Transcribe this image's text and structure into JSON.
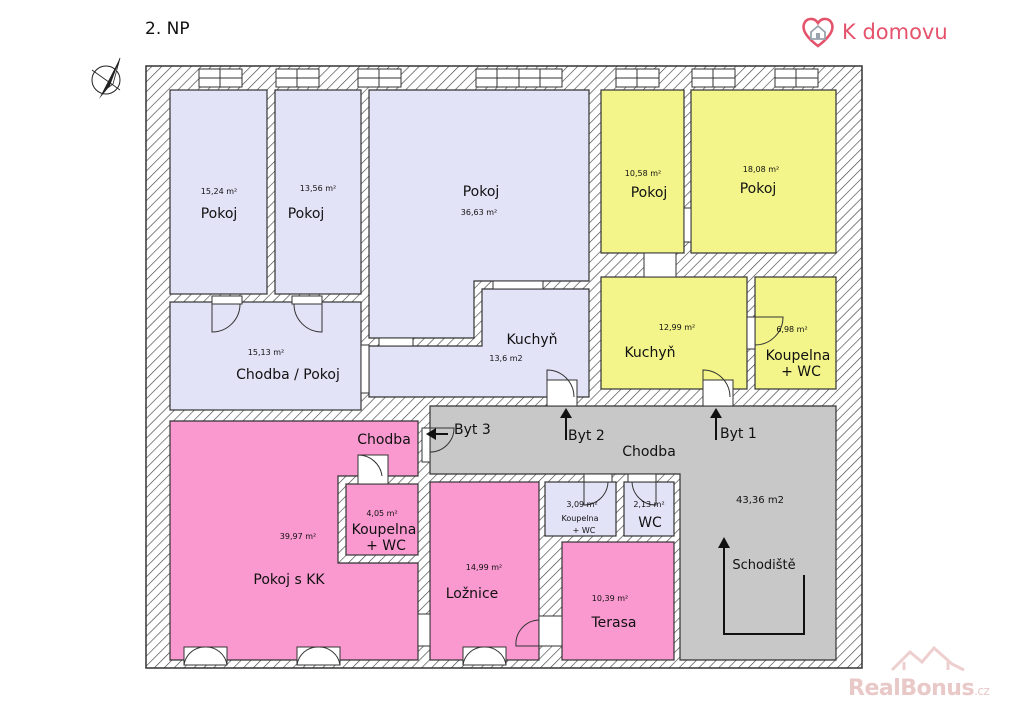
{
  "floor_label": "2. NP",
  "logo": {
    "text": "K domovu",
    "icon": "heart-house-icon",
    "color": "#e5526c"
  },
  "watermark": {
    "text": "RealBonus",
    "suffix": ".cz",
    "icon": "roofs-icon"
  },
  "colors": {
    "blue": "#e3e3f8",
    "yellow": "#f3f58a",
    "pink": "#f999d0",
    "gray": "#c8c8c8",
    "wall": "#ffffff"
  },
  "rooms": {
    "pokoj_a": {
      "area": "15,24 m²",
      "name": "Pokoj"
    },
    "pokoj_b": {
      "area": "13,56 m²",
      "name": "Pokoj"
    },
    "pokoj_c": {
      "area": "36,63 m²",
      "name": "Pokoj"
    },
    "kuchyn_c": {
      "area": "13,6 m2",
      "name": "Kuchyň"
    },
    "chodba_pokoj": {
      "area": "15,13 m²",
      "name": "Chodba / Pokoj"
    },
    "pokoj_y1": {
      "area": "10,58 m²",
      "name": "Pokoj"
    },
    "pokoj_y2": {
      "area": "18,08 m²",
      "name": "Pokoj"
    },
    "kuchyn_y": {
      "area": "12,99 m²",
      "name": "Kuchyň"
    },
    "koupelna_y": {
      "area": "6,98 m²",
      "name_line1": "Koupelna",
      "name_line2": "+ WC"
    },
    "chodba_hall": {
      "name": "Chodba"
    },
    "hall_area": {
      "area": "43,36 m2"
    },
    "schodiste": {
      "name": "Schodiště"
    },
    "chodba_pink": {
      "name": "Chodba"
    },
    "pokoj_kk": {
      "area": "39,97 m²",
      "name": "Pokoj s KK"
    },
    "koupelna_pink": {
      "area": "4,05 m²",
      "name_line1": "Koupelna",
      "name_line2": "+ WC"
    },
    "loznice": {
      "area": "14,99 m²",
      "name": "Ložnice"
    },
    "koupelna_small": {
      "area": "3,09 m²",
      "name_line1": "Koupelna",
      "name_line2": "+ WC"
    },
    "wc": {
      "area": "2,13 m²",
      "name": "WC"
    },
    "terasa": {
      "area": "10,39 m²",
      "name": "Terasa"
    }
  },
  "entrances": {
    "byt1": "Byt 1",
    "byt2": "Byt 2",
    "byt3": "Byt 3"
  },
  "north_arrow": {
    "icon": "north-arrow-icon"
  }
}
